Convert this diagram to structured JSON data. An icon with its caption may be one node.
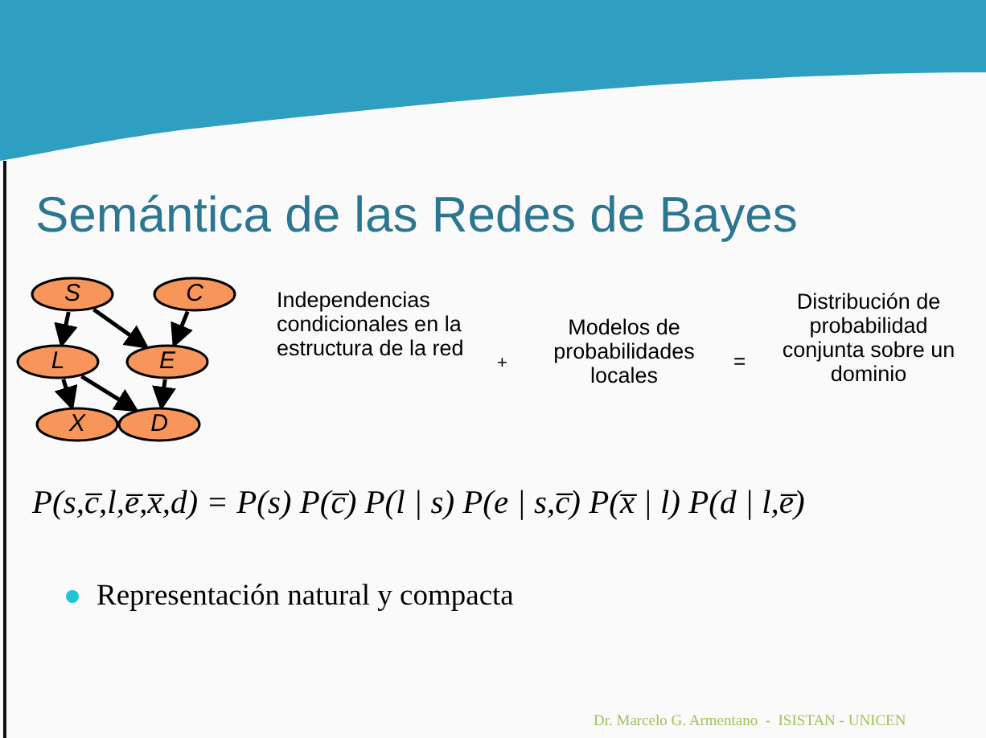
{
  "diagram": {
    "title": "Semántica de las Redes de Bayes",
    "nodes": [
      {
        "text": [
          "S"
        ]
      },
      {
        "text": [
          "C"
        ]
      },
      {
        "text": [
          "L"
        ]
      },
      {
        "text": [
          "E"
        ]
      },
      {
        "text": [
          "X"
        ]
      },
      {
        "text": [
          "D"
        ]
      }
    ],
    "edges": [
      {
        "from": 0,
        "to": 2,
        "arrow": "to"
      },
      {
        "from": 0,
        "to": 3,
        "arrow": "to"
      },
      {
        "from": 1,
        "to": 3,
        "arrow": "to"
      },
      {
        "from": 2,
        "to": 4,
        "arrow": "to"
      },
      {
        "from": 2,
        "to": 5,
        "arrow": "to"
      },
      {
        "from": 3,
        "to": 5,
        "arrow": "to"
      }
    ],
    "labels": [
      "Independencias condicionales en la estructura de la red",
      "+",
      "Modelos de probabilidades locales",
      "=",
      "Distribución de probabilidad conjunta sobre un dominio",
      "P(s,c̅,l,e̅,x̅,d) = P(s) P(c̅) P(l | s) P(e | s,c̅) P(x̅ | l) P(d | l,e̅)",
      "Representación natural y compacta",
      "Dr. Marcelo G. Armentano  -  ISISTAN - UNICEN"
    ]
  }
}
